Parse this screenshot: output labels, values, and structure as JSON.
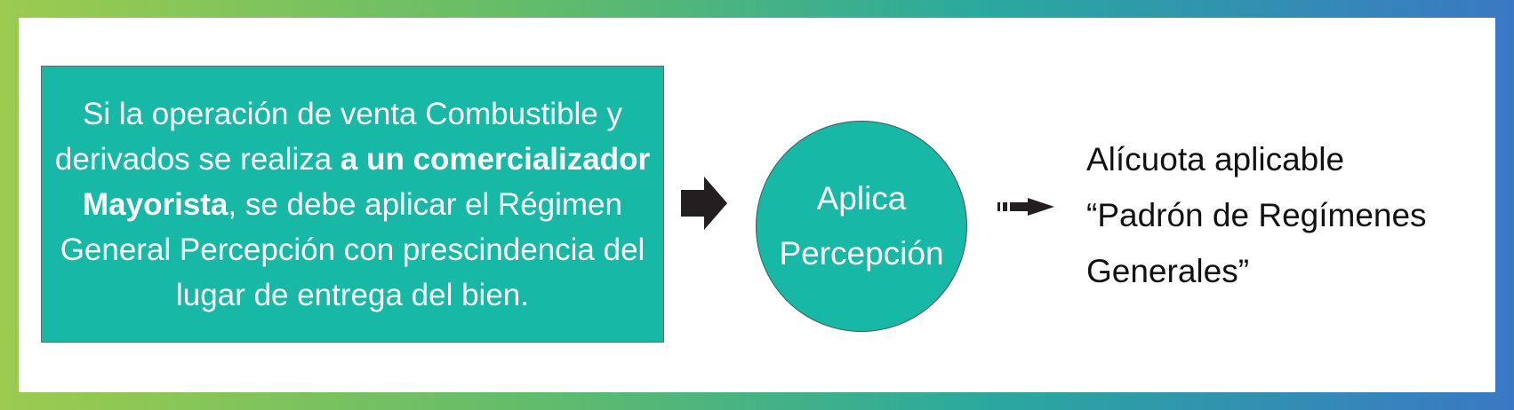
{
  "condition_box": {
    "text_1": "Si la operación de venta Combustible y derivados se realiza ",
    "bold_1": "a un comercializador Mayorista",
    "text_2": ", se debe aplicar el Régimen General Percepción con prescindencia del lugar de entrega del bien."
  },
  "circle": {
    "line1": "Aplica",
    "line2": "Percepción"
  },
  "result": {
    "line1": "Alícuota aplicable",
    "line2": "“Padrón de Regímenes",
    "line3": "Generales”"
  },
  "colors": {
    "teal": "#17b8a5",
    "arrow": "#231f20"
  }
}
